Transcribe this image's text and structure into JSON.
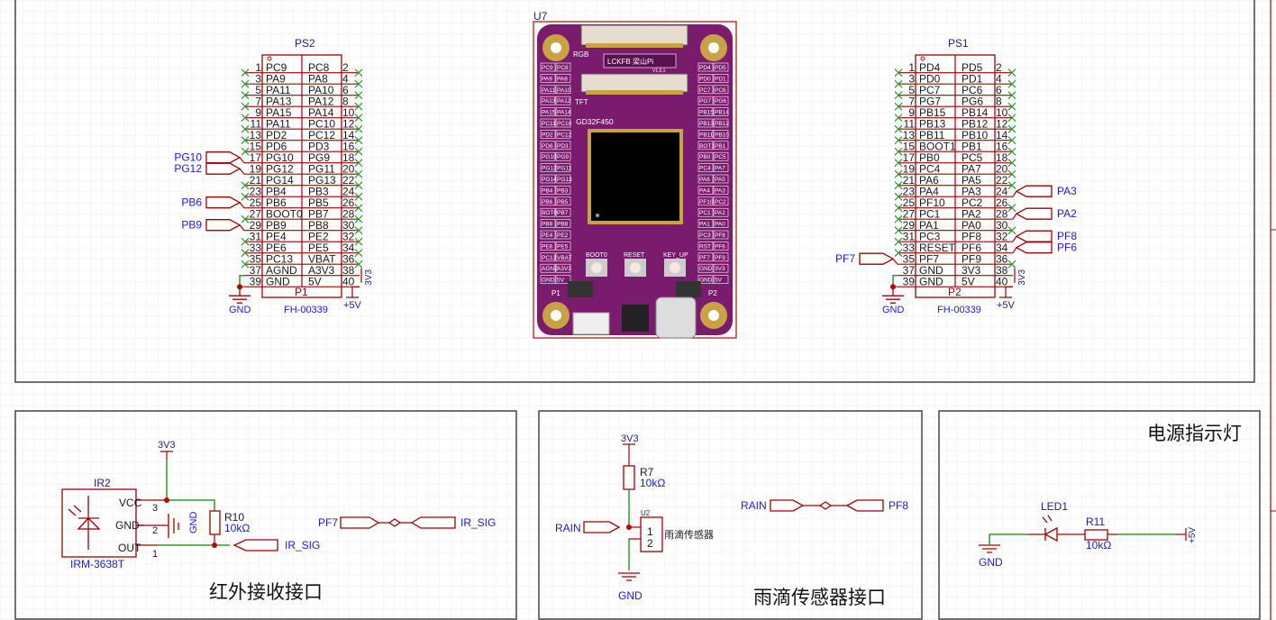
{
  "colors": {
    "wire": "#2e9a2e",
    "symbol": "#a00000",
    "net_label": "#1a1ae6",
    "board": "#7b1b6e",
    "grid": "#eeeeee"
  },
  "ps2": {
    "ref": "PS2",
    "part": "FH-00339",
    "name": "P1",
    "left": [
      [
        "1",
        "PC9"
      ],
      [
        "3",
        "PA9"
      ],
      [
        "5",
        "PA11"
      ],
      [
        "7",
        "PA13"
      ],
      [
        "9",
        "PA15"
      ],
      [
        "11",
        "PA11"
      ],
      [
        "13",
        "PD2"
      ],
      [
        "15",
        "PD6"
      ],
      [
        "17",
        "PG10"
      ],
      [
        "19",
        "PG12"
      ],
      [
        "21",
        "PG14"
      ],
      [
        "23",
        "PB4"
      ],
      [
        "25",
        "PB6"
      ],
      [
        "27",
        "BOOT0"
      ],
      [
        "29",
        "PB9"
      ],
      [
        "31",
        "PE4"
      ],
      [
        "33",
        "PE6"
      ],
      [
        "35",
        "PC13"
      ],
      [
        "37",
        "AGND"
      ],
      [
        "39",
        "GND"
      ]
    ],
    "right": [
      [
        "2",
        "PC8"
      ],
      [
        "4",
        "PA8"
      ],
      [
        "6",
        "PA10"
      ],
      [
        "8",
        "PA12"
      ],
      [
        "10",
        "PA14"
      ],
      [
        "12",
        "PC10"
      ],
      [
        "14",
        "PC12"
      ],
      [
        "16",
        "PD3"
      ],
      [
        "18",
        "PG9"
      ],
      [
        "20",
        "PG11"
      ],
      [
        "22",
        "PG13"
      ],
      [
        "24",
        "PB3"
      ],
      [
        "26",
        "PB5"
      ],
      [
        "28",
        "PB7"
      ],
      [
        "30",
        "PB8"
      ],
      [
        "32",
        "PE2"
      ],
      [
        "34",
        "PE5"
      ],
      [
        "36",
        "VBAT"
      ],
      [
        "38",
        "A3V3"
      ],
      [
        "40",
        "5V"
      ]
    ],
    "left_nets": [
      {
        "row": 8,
        "label": "PG10"
      },
      {
        "row": 9,
        "label": "PG12"
      },
      {
        "row": 12,
        "label": "PB6"
      },
      {
        "row": 14,
        "label": "PB9"
      }
    ],
    "right_nets": [],
    "gnd": "GND",
    "v33": "3V3",
    "v5": "+5V"
  },
  "ps1": {
    "ref": "PS1",
    "part": "FH-00339",
    "name": "P2",
    "left": [
      [
        "1",
        "PD4"
      ],
      [
        "3",
        "PD0"
      ],
      [
        "5",
        "PC7"
      ],
      [
        "7",
        "PG7"
      ],
      [
        "9",
        "PB15"
      ],
      [
        "11",
        "PB13"
      ],
      [
        "13",
        "PB11"
      ],
      [
        "15",
        "BOOT1"
      ],
      [
        "17",
        "PB0"
      ],
      [
        "19",
        "PC4"
      ],
      [
        "21",
        "PA6"
      ],
      [
        "23",
        "PA4"
      ],
      [
        "25",
        "PF10"
      ],
      [
        "27",
        "PC1"
      ],
      [
        "29",
        "PA1"
      ],
      [
        "31",
        "PC3"
      ],
      [
        "33",
        "RESET"
      ],
      [
        "35",
        "PF7"
      ],
      [
        "37",
        "GND"
      ],
      [
        "39",
        "GND"
      ]
    ],
    "right": [
      [
        "2",
        "PD5"
      ],
      [
        "4",
        "PD1"
      ],
      [
        "6",
        "PC6"
      ],
      [
        "8",
        "PG6"
      ],
      [
        "10",
        "PB14"
      ],
      [
        "12",
        "PB12"
      ],
      [
        "14",
        "PB10"
      ],
      [
        "16",
        "PB1"
      ],
      [
        "18",
        "PC5"
      ],
      [
        "20",
        "PA7"
      ],
      [
        "22",
        "PA5"
      ],
      [
        "24",
        "PA3"
      ],
      [
        "26",
        "PC2"
      ],
      [
        "28",
        "PA2"
      ],
      [
        "30",
        "PA0"
      ],
      [
        "32",
        "PF8"
      ],
      [
        "34",
        "PF6"
      ],
      [
        "36",
        "PF9"
      ],
      [
        "38",
        "3V3"
      ],
      [
        "40",
        "5V"
      ]
    ],
    "left_nets": [
      {
        "row": 17,
        "label": "PF7"
      }
    ],
    "right_nets": [
      {
        "row": 11,
        "label": "PA3"
      },
      {
        "row": 13,
        "label": "PA2"
      },
      {
        "row": 15,
        "label": "PF8"
      },
      {
        "row": 16,
        "label": "PF6"
      }
    ],
    "gnd": "GND",
    "v33": "3V3",
    "v5": "+5V"
  },
  "board": {
    "ref": "U7",
    "rgb": "RGB",
    "tft": "TFT",
    "logo": "LCKFB 梁山Pi",
    "version": "V1.0.1",
    "mcu": "GD32F450",
    "buttons": [
      "BOOT0",
      "RESET",
      "KEY_UP"
    ],
    "p1": "P1",
    "p2": "P2",
    "left_labels": [
      [
        "PC9",
        "PC8"
      ],
      [
        "PA9",
        "PA8"
      ],
      [
        "PA11",
        "PA10"
      ],
      [
        "PA13",
        "PA12"
      ],
      [
        "PA15",
        "PA14"
      ],
      [
        "PC11",
        "PC10"
      ],
      [
        "PD2",
        "PC12"
      ],
      [
        "PD6",
        "PD3"
      ],
      [
        "PG10",
        "PG9"
      ],
      [
        "PG12",
        "PG11"
      ],
      [
        "PG14",
        "PG13"
      ],
      [
        "PB4",
        "PB3"
      ],
      [
        "PB6",
        "PB5"
      ],
      [
        "BOT0",
        "PB7"
      ],
      [
        "PB9",
        "PB8"
      ],
      [
        "PE4",
        "PE2"
      ],
      [
        "PE6",
        "PE5"
      ],
      [
        "PC13",
        "VBAT"
      ],
      [
        "AGND",
        "A3V3"
      ],
      [
        "GND",
        "5V"
      ]
    ],
    "right_labels": [
      [
        "PD4",
        "PD5"
      ],
      [
        "PD0",
        "PD1"
      ],
      [
        "PC7",
        "PC6"
      ],
      [
        "PG7",
        "PG6"
      ],
      [
        "PB15",
        "PB14"
      ],
      [
        "PB13",
        "PB12"
      ],
      [
        "PB11",
        "PB10"
      ],
      [
        "BOT1",
        "PB1"
      ],
      [
        "PB0",
        "PC5"
      ],
      [
        "PC4",
        "PA7"
      ],
      [
        "PA6",
        "PA5"
      ],
      [
        "PA4",
        "PA3"
      ],
      [
        "PF10",
        "PC2"
      ],
      [
        "PC1",
        "PA2"
      ],
      [
        "PA1",
        "PA0"
      ],
      [
        "PC3",
        "PF8"
      ],
      [
        "RST",
        "PF6"
      ],
      [
        "PF7",
        "PF9"
      ],
      [
        "GND",
        "3V3"
      ],
      [
        "GND",
        "5V"
      ]
    ]
  },
  "ir": {
    "title": "红外接收接口",
    "ref": "IR2",
    "part": "IRM-3638T",
    "pins": {
      "vcc": "VCC",
      "gnd": "GND",
      "out": "OUT",
      "n3": "3",
      "n2": "2",
      "n1": "1"
    },
    "power": "3V3",
    "gnd_label": "GND",
    "resistor": {
      "ref": "R10",
      "value": "10kΩ"
    },
    "out_net": "IR_SIG",
    "link_left": "PF7",
    "link_right": "IR_SIG"
  },
  "rain": {
    "title": "雨滴传感器接口",
    "power": "3V3",
    "gnd_label": "GND",
    "resistor": {
      "ref": "R7",
      "value": "10kΩ"
    },
    "sensor": {
      "ref": "U2",
      "name": "雨滴传感器",
      "p1": "1",
      "p2": "2"
    },
    "net": "RAIN",
    "link_left": "RAIN",
    "link_right": "PF8"
  },
  "power_led": {
    "title": "电源指示灯",
    "led": "LED1",
    "resistor": {
      "ref": "R11",
      "value": "10kΩ"
    },
    "gnd_label": "GND",
    "v5": "+5V"
  }
}
